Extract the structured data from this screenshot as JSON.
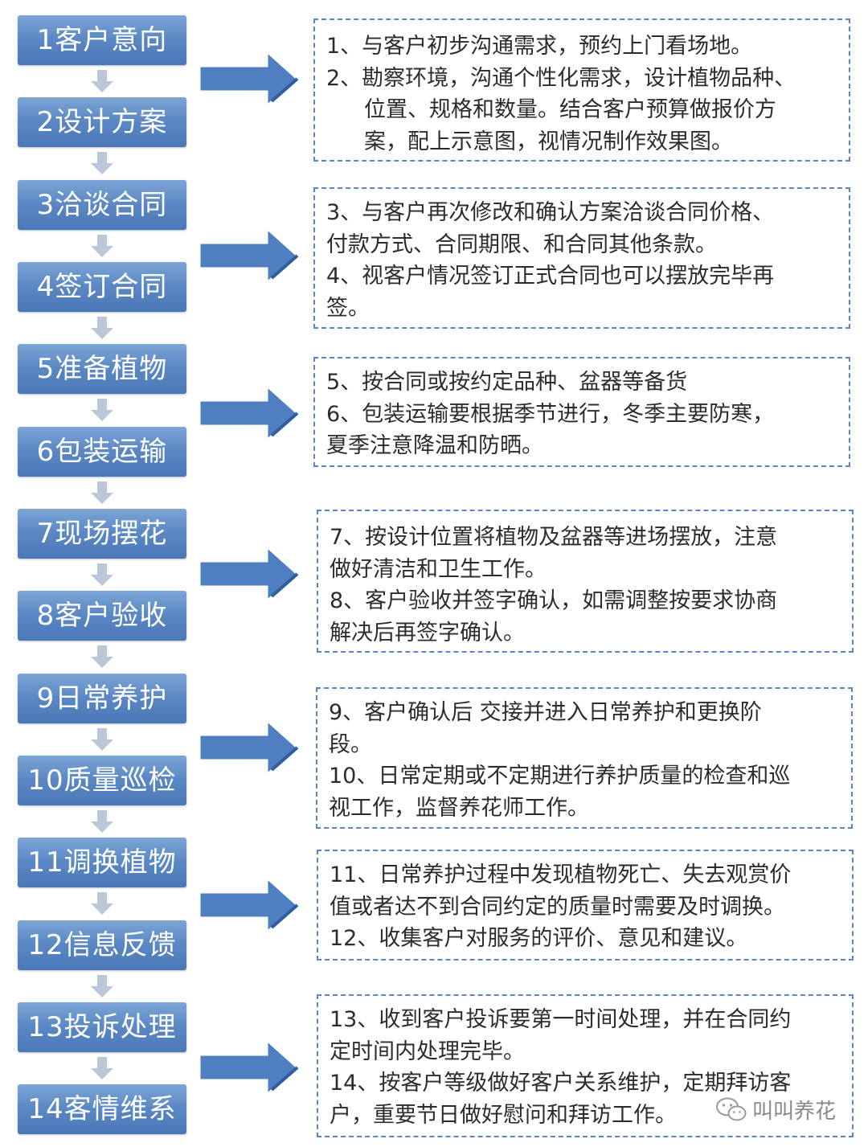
{
  "steps": [
    "1客户意向",
    "2设计方案",
    "3洽谈合同",
    "4签订合同",
    "5准备植物",
    "6包装运输",
    "7现场摆花",
    "8客户验收",
    "9日常养护",
    "10质量巡检",
    "11调换植物",
    "12信息反馈",
    "13投诉处理",
    "14客情维系"
  ],
  "notes": [
    {
      "lines": [
        "1、与客户初步沟通需求，预约上门看场地。",
        "2、勘察环境，沟通个性化需求，设计植物品种、",
        "位置、规格和数量。结合客户预算做报价方",
        "案，配上示意图，视情况制作效果图。"
      ]
    },
    {
      "lines": [
        "3、与客户再次修改和确认方案洽谈合同价格、",
        "付款方式、合同期限、和合同其他条款。",
        "4、视客户情况签订正式合同也可以摆放完毕再",
        "签。"
      ]
    },
    {
      "lines": [
        "5、按合同或按约定品种、盆器等备货",
        "6、包装运输要根据季节进行，冬季主要防寒，",
        "夏季注意降温和防晒。"
      ]
    },
    {
      "lines": [
        "7、按设计位置将植物及盆器等进场摆放，注意",
        "做好清洁和卫生工作。",
        "8、客户验收并签字确认，如需调整按要求协商",
        "解决后再签字确认。"
      ]
    },
    {
      "lines": [
        "9、客户确认后 交接并进入日常养护和更换阶",
        "段。",
        "10、日常定期或不定期进行养护质量的检查和巡",
        "视工作，监督养花师工作。"
      ]
    },
    {
      "lines": [
        "11、日常养护过程中发现植物死亡、失去观赏价",
        "值或者达不到合同约定的质量时需要及时调换。",
        "12、收集客户对服务的评价、意见和建议。"
      ]
    },
    {
      "lines": [
        "13、收到客户投诉要第一时间处理，并在合同约",
        "定时间内处理完毕。",
        "14、按客户等级做好客户关系维护，定期拜访客",
        "户，重要节日做好慰问和拜访工作。"
      ]
    }
  ],
  "watermark": {
    "text": "叫叫养花",
    "icon": "wechat-icon"
  },
  "colors": {
    "step_fill": "#5b88c4",
    "arrow_fill": "#4f7fc0",
    "note_border": "#5b86bf"
  }
}
